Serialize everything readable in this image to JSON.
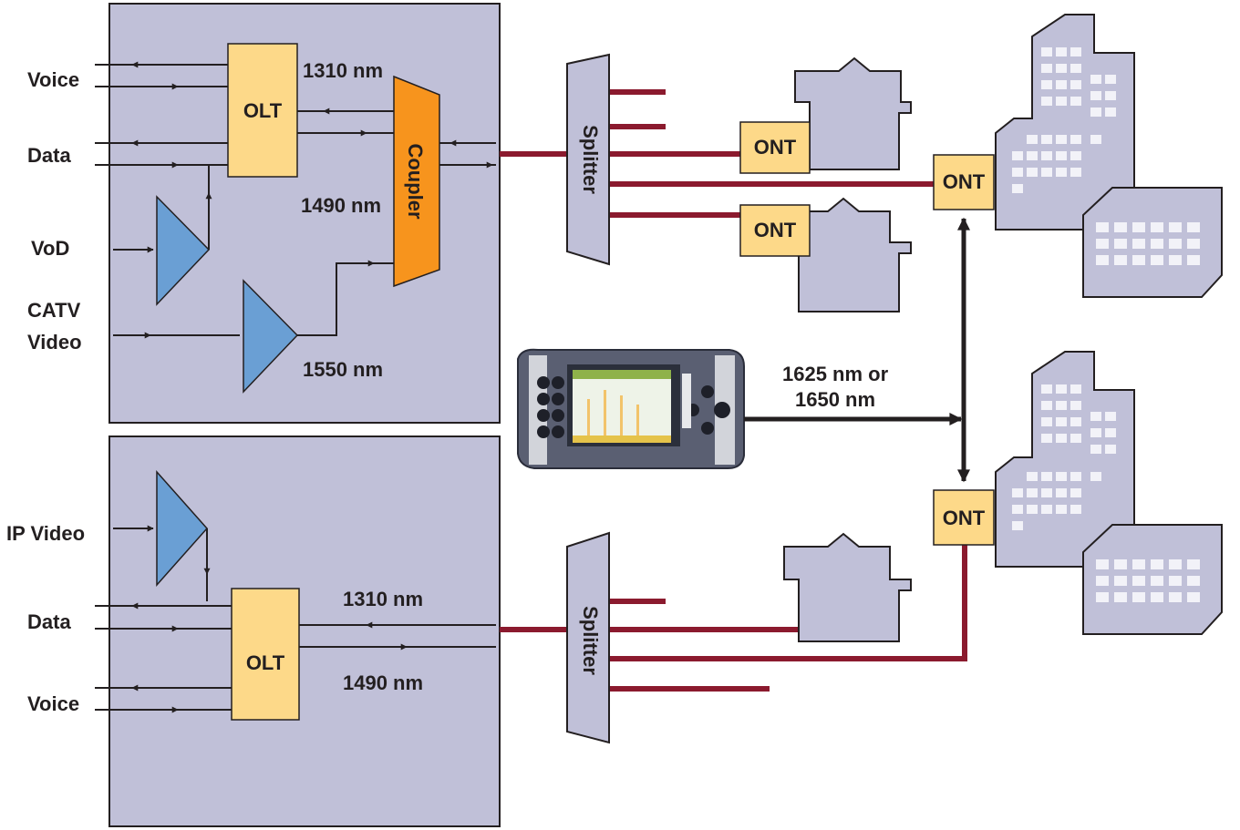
{
  "top_network": {
    "inputs": {
      "voice": "Voice",
      "data": "Data",
      "vod": "VoD",
      "catv_line1": "CATV",
      "catv_line2": "Video"
    },
    "olt_label": "OLT",
    "coupler_label": "Coupler",
    "wavelengths": {
      "upstream": "1310 nm",
      "downstream": "1490 nm",
      "video": "1550 nm"
    },
    "splitter_label": "Splitter",
    "ont_labels": [
      "ONT",
      "ONT",
      "ONT"
    ]
  },
  "bottom_network": {
    "inputs": {
      "ip_video": "IP Video",
      "data": "Data",
      "voice": "Voice"
    },
    "olt_label": "OLT",
    "wavelengths": {
      "upstream": "1310 nm",
      "downstream": "1490 nm"
    },
    "splitter_label": "Splitter",
    "ont_labels": [
      "ONT"
    ]
  },
  "test_instrument": {
    "wavelength_line1": "1625 nm or",
    "wavelength_line2": "1650 nm"
  },
  "colors": {
    "panel": "#c0c0d8",
    "fiber": "#8b1a2e",
    "olt_ont": "#fdd989",
    "coupler": "#f7941d",
    "amplifier": "#6a9fd4"
  }
}
